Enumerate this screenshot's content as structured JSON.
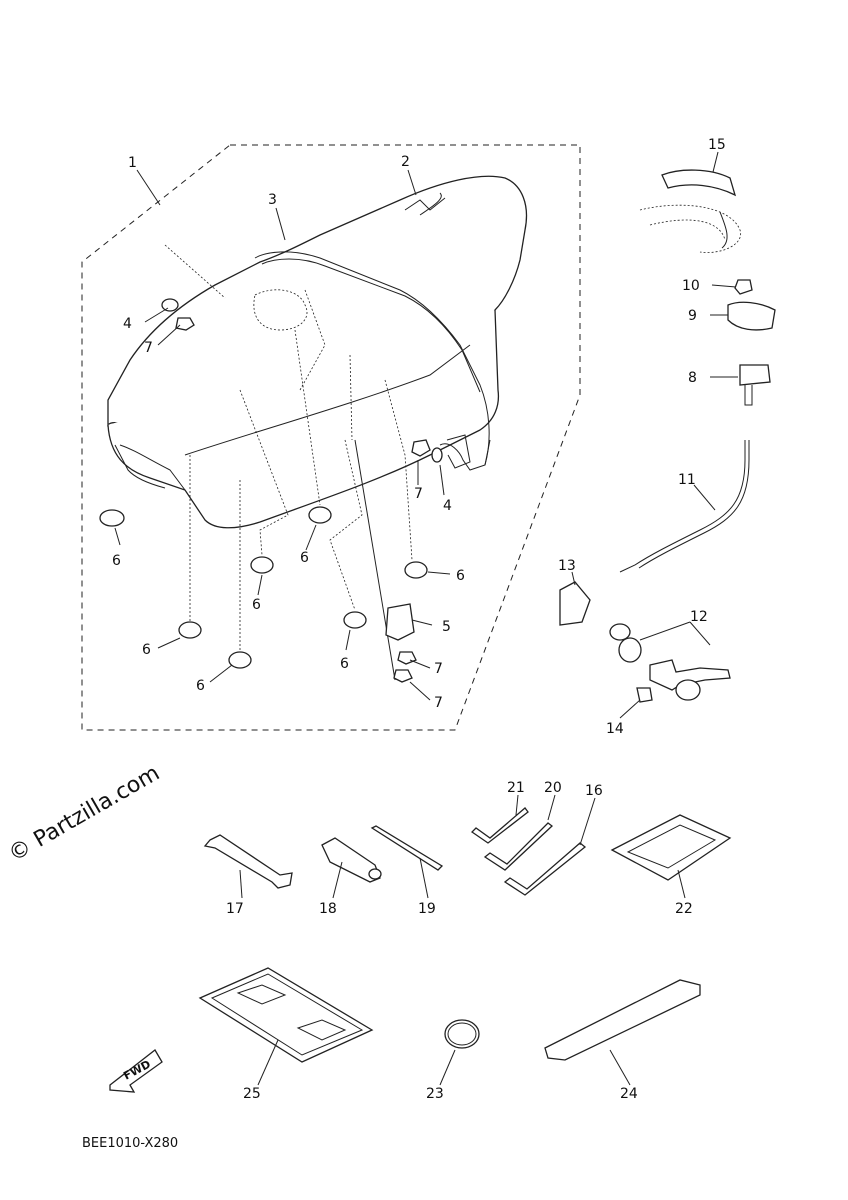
{
  "diagram": {
    "code": "BEE1010-X280",
    "watermark": "© Partzilla.com",
    "fwd_label": "FWD",
    "callouts": [
      {
        "id": "1",
        "text": "1"
      },
      {
        "id": "2",
        "text": "2"
      },
      {
        "id": "3",
        "text": "3"
      },
      {
        "id": "4a",
        "text": "4"
      },
      {
        "id": "4b",
        "text": "4"
      },
      {
        "id": "5",
        "text": "5"
      },
      {
        "id": "6a",
        "text": "6"
      },
      {
        "id": "6b",
        "text": "6"
      },
      {
        "id": "6c",
        "text": "6"
      },
      {
        "id": "6d",
        "text": "6"
      },
      {
        "id": "6e",
        "text": "6"
      },
      {
        "id": "6f",
        "text": "6"
      },
      {
        "id": "6g",
        "text": "6"
      },
      {
        "id": "7a",
        "text": "7"
      },
      {
        "id": "7b",
        "text": "7"
      },
      {
        "id": "7c",
        "text": "7"
      },
      {
        "id": "7d",
        "text": "7"
      },
      {
        "id": "8",
        "text": "8"
      },
      {
        "id": "9",
        "text": "9"
      },
      {
        "id": "10",
        "text": "10"
      },
      {
        "id": "11",
        "text": "11"
      },
      {
        "id": "12",
        "text": "12"
      },
      {
        "id": "13",
        "text": "13"
      },
      {
        "id": "14",
        "text": "14"
      },
      {
        "id": "15",
        "text": "15"
      },
      {
        "id": "16",
        "text": "16"
      },
      {
        "id": "17",
        "text": "17"
      },
      {
        "id": "18",
        "text": "18"
      },
      {
        "id": "19",
        "text": "19"
      },
      {
        "id": "20",
        "text": "20"
      },
      {
        "id": "21",
        "text": "21"
      },
      {
        "id": "22",
        "text": "22"
      },
      {
        "id": "23",
        "text": "23"
      },
      {
        "id": "24",
        "text": "24"
      },
      {
        "id": "25",
        "text": "25"
      }
    ]
  }
}
